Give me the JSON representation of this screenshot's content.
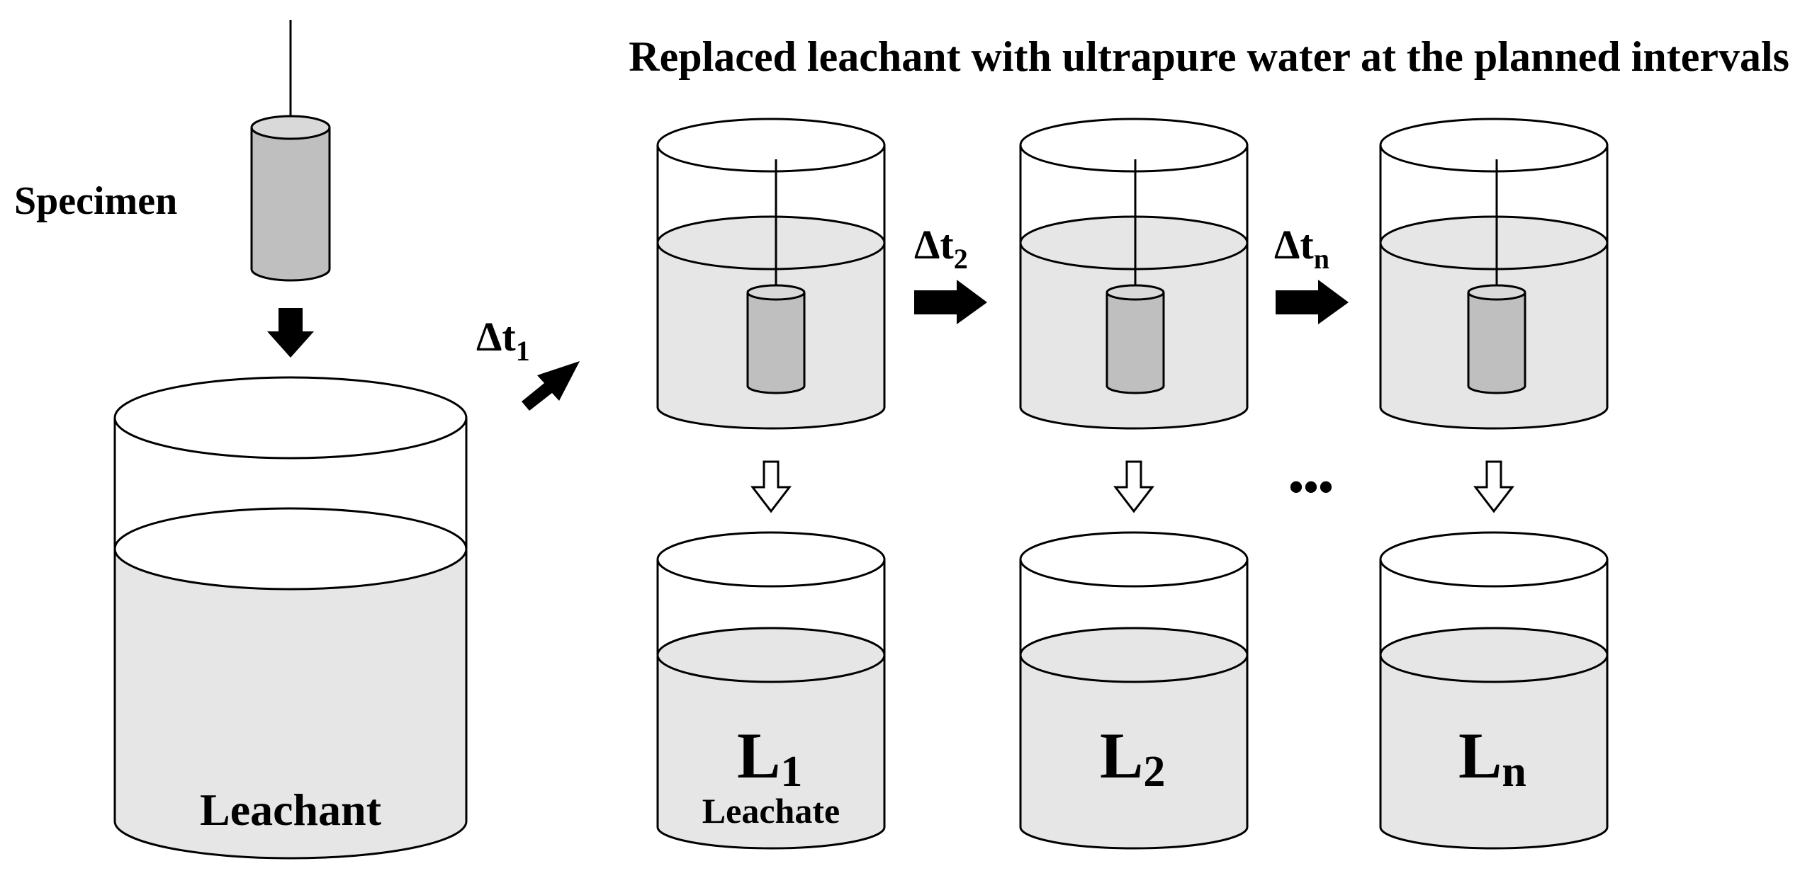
{
  "header": {
    "title": "Replaced leachant with ultrapure water at the planned intervals"
  },
  "labels": {
    "specimen": "Specimen",
    "leachant": "Leachant",
    "leachate": "Leachate",
    "ellipsis": "•••"
  },
  "steps": [
    {
      "delta": "Δt",
      "sub": "1"
    },
    {
      "delta": "Δt",
      "sub": "2"
    },
    {
      "delta": "Δt",
      "sub": "n"
    }
  ],
  "leachates": [
    {
      "letter": "L",
      "sub": "1"
    },
    {
      "letter": "L",
      "sub": "2"
    },
    {
      "letter": "L",
      "sub": "n"
    }
  ],
  "colors": {
    "liquid": "#e6e6e6",
    "specimen": "#bfbfbf",
    "outline": "#000000",
    "background": "#ffffff"
  }
}
